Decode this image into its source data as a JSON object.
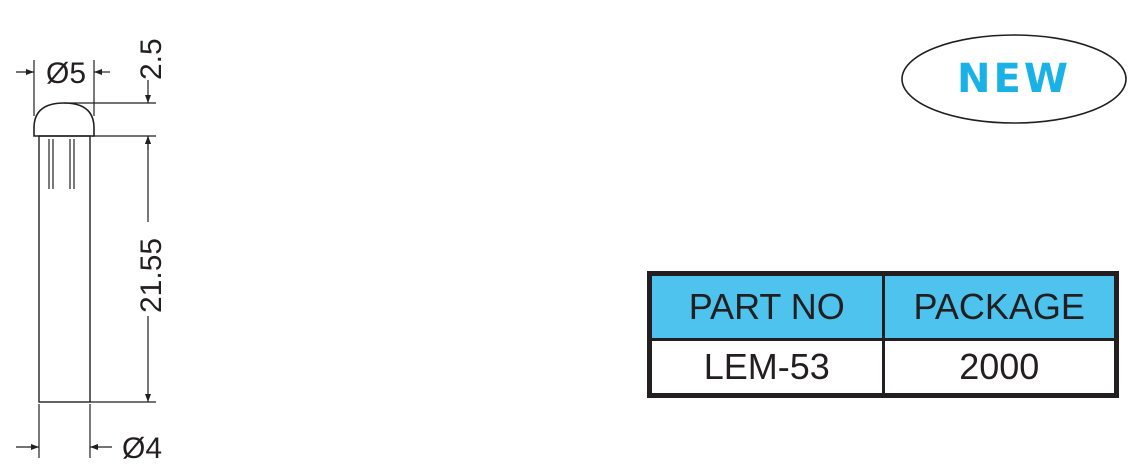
{
  "drawing": {
    "dim_top_diameter": "Ø5",
    "dim_dome_height": "2.5",
    "dim_body_length": "21.55",
    "dim_bottom_diameter": "Ø4"
  },
  "badge": {
    "label": "NEW",
    "color": "#1ab1e6"
  },
  "table": {
    "headers": [
      "PART NO",
      "PACKAGE"
    ],
    "rows": [
      [
        "LEM-53",
        "2000"
      ]
    ],
    "header_bg": "#4dc3ee"
  }
}
